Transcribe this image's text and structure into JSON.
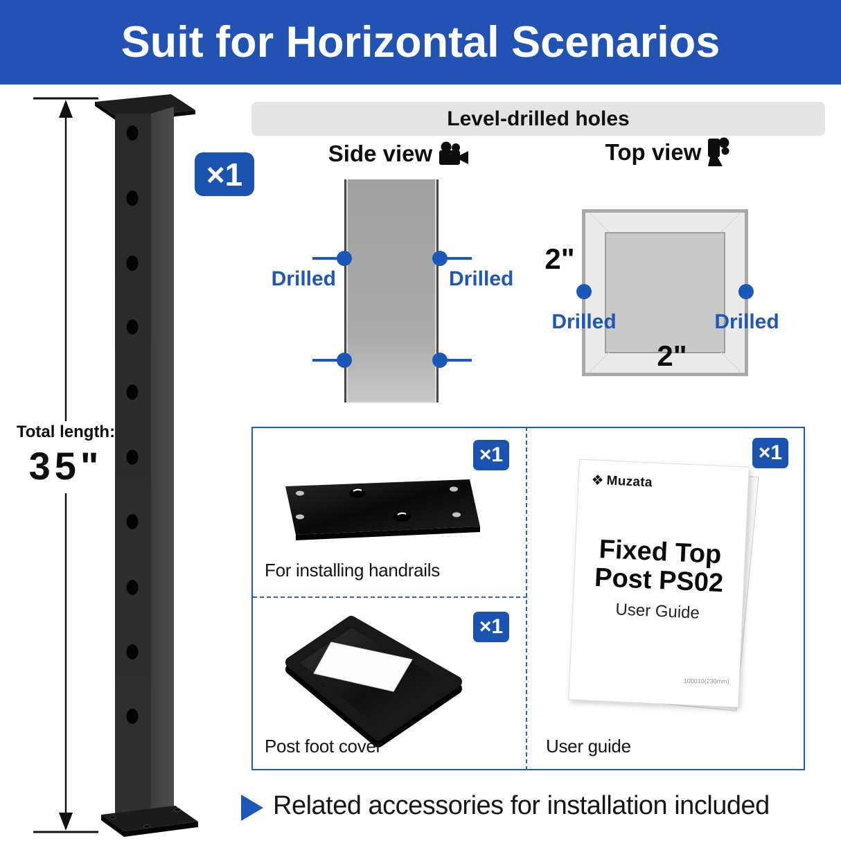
{
  "banner": {
    "title": "Suit for Horizontal Scenarios"
  },
  "post": {
    "qty": "×1",
    "total_length_label": "Total length:",
    "total_length_value": "35\"",
    "hole_count": 10
  },
  "level_section": {
    "header": "Level-drilled holes",
    "side_view": {
      "label": "Side view",
      "icon": "video-camera-icon",
      "drilled_left": "Drilled",
      "drilled_right": "Drilled"
    },
    "top_view": {
      "label": "Top view",
      "icon": "camera-top-icon",
      "dim_side": "2\"",
      "dim_bottom": "2\"",
      "drilled_left": "Drilled",
      "drilled_right": "Drilled"
    }
  },
  "accessories": {
    "items": [
      {
        "name": "handrail-plate",
        "qty": "×1",
        "caption": "For installing handrails"
      },
      {
        "name": "post-foot-cover",
        "qty": "×1",
        "caption": "Post foot cover"
      },
      {
        "name": "user-guide",
        "qty": "×1",
        "caption": "User guide",
        "booklet": {
          "brand": "Muzata",
          "logo_icon": "muzata-diamond-icon",
          "title_line1": "Fixed Top",
          "title_line2": "Post PS02",
          "subtitle": "User Guide",
          "part_code": "100010(230mm)"
        }
      }
    ]
  },
  "footer": {
    "note": "Related accessories for installation included",
    "icon": "play-triangle-icon"
  },
  "colors": {
    "banner_blue": "#2152b4",
    "badge_blue": "#1b54b0",
    "label_blue": "#1d57b8",
    "header_gray": "#e4e4e4"
  }
}
